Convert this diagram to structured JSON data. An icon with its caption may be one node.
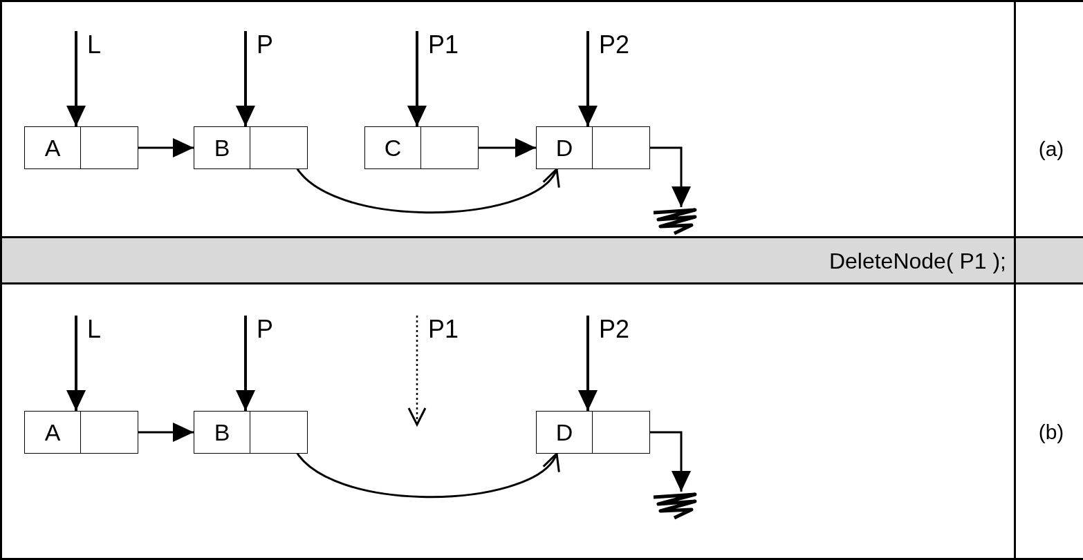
{
  "diagram": {
    "nodes": [
      {
        "text": [
          "L"
        ]
      },
      {
        "text": [
          "P"
        ]
      },
      {
        "text": [
          "P1"
        ]
      },
      {
        "text": [
          "P2"
        ]
      },
      {
        "text": [
          "A"
        ]
      },
      {
        "text": [
          "B"
        ]
      },
      {
        "text": [
          "C"
        ]
      },
      {
        "text": [
          "D"
        ]
      },
      {
        "text": [],
        "shape": "ground"
      },
      {
        "text": [
          "L"
        ]
      },
      {
        "text": [
          "P"
        ]
      },
      {
        "text": [
          "P1"
        ]
      },
      {
        "text": [
          "P2"
        ]
      },
      {
        "text": [
          "A"
        ]
      },
      {
        "text": [
          "B"
        ]
      },
      {
        "text": [
          "D"
        ]
      },
      {
        "text": [],
        "shape": "ground"
      }
    ],
    "edges": [
      {
        "from": 0,
        "to": 4,
        "arrow": "to"
      },
      {
        "from": 1,
        "to": 5,
        "arrow": "to"
      },
      {
        "from": 2,
        "to": 6,
        "arrow": "to"
      },
      {
        "from": 3,
        "to": 7,
        "arrow": "to"
      },
      {
        "from": 4,
        "to": 5,
        "arrow": "to"
      },
      {
        "from": 5,
        "to": 7,
        "arrow": "to"
      },
      {
        "from": 6,
        "to": 7,
        "arrow": "to"
      },
      {
        "from": 7,
        "to": 8,
        "arrow": "to"
      },
      {
        "from": 9,
        "to": 13,
        "arrow": "to"
      },
      {
        "from": 10,
        "to": 14,
        "arrow": "to"
      },
      {
        "from": 12,
        "to": 15,
        "arrow": "to"
      },
      {
        "from": 13,
        "to": 14,
        "arrow": "to"
      },
      {
        "from": 14,
        "to": 15,
        "arrow": "to"
      },
      {
        "from": 15,
        "to": 16,
        "arrow": "to"
      },
      {
        "from": 11,
        "to": null,
        "arrow": "to",
        "style": "dashed"
      }
    ],
    "labels": [
      "(a)",
      "DeleteNode( P1 );",
      "(b)"
    ]
  }
}
